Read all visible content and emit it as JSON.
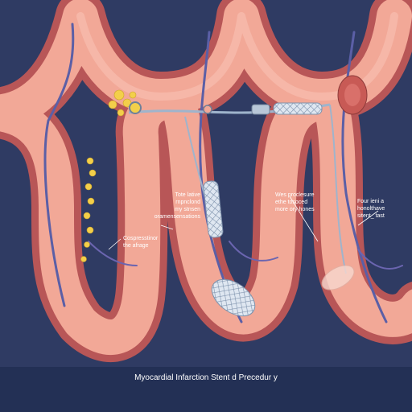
{
  "colors": {
    "background": "#2f3b63",
    "artery_wall": "#e98a7e",
    "artery_inner": "#f2a897",
    "artery_dark": "#c85a55",
    "vein": "#5b5fa6",
    "plaque": "#f3cf4a",
    "stent": "#c6d3e3",
    "catheter": "#9fb4cc"
  },
  "icons": [
    "artery-icon",
    "plaque-icon",
    "catheter-icon",
    "stent-icon",
    "balloon-icon"
  ],
  "labels": {
    "panel1": "Cospresstinor\nthe afrage",
    "panel2": "Tote lative\nrnpnclond\nmy stnsen\noramensensations",
    "panel3": "Wes proclesure\nethe tosoced\nmore ory hones",
    "panel4": "Four ieni a honolthave\nsitent_ tast"
  },
  "caption": "Myocardial Infarction Stent d Precedur y"
}
